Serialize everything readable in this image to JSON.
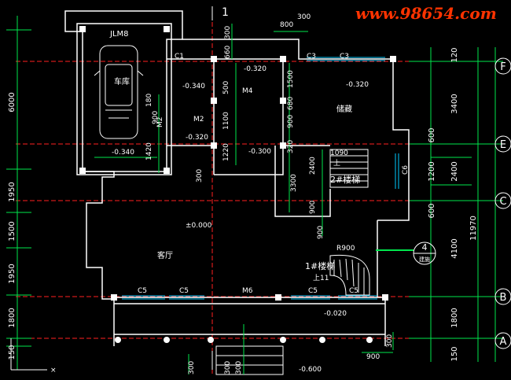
{
  "watermark": "www.98654.com",
  "colors": {
    "wall": "#ffffff",
    "dim": "#00e64d",
    "axis": "#ff2020",
    "text": "#ffffff",
    "watermark": "#ff3300",
    "door": "#00ccff",
    "stair": "#ffffff",
    "bubble": "#ffffff"
  },
  "left_dims": [
    "6000",
    "1950",
    "1500",
    "1950",
    "1800",
    "150"
  ],
  "right_dims": [
    "120",
    "3400",
    "600",
    "1200",
    "2400",
    "600",
    "4100",
    "11970",
    "1800",
    "150"
  ],
  "axis_labels": [
    "F",
    "E",
    "C",
    "B",
    "A"
  ],
  "rooms": {
    "garage": "车库",
    "garage_door": "JLM8",
    "living": "客厅",
    "storage": "储藏",
    "section": "1",
    "stair1": "1#楼梯",
    "stair2": "2#楼梯",
    "up1": "上11",
    "up2": "上",
    "r": "R900"
  },
  "levels": {
    "garage": "-0.340",
    "l1": "-0.320",
    "l2": "-0.340",
    "l3": "-0.320",
    "l4": "-0.320",
    "l5": "-0.300",
    "living": "±0.000",
    "porch": "-0.020",
    "ground": "-0.600"
  },
  "openings": {
    "c1": "C1",
    "c3a": "C3",
    "c3b": "C3",
    "m4": "M4",
    "m2": "M2",
    "m2v": "M2",
    "c6": "C6",
    "c5a": "C5",
    "c5b": "C5",
    "m6": "M6",
    "c5c": "C5",
    "c5d": "C5"
  },
  "bubble": {
    "num": "4",
    "sub": "建施"
  },
  "small_dims": {
    "d300a": "300",
    "d800": "800",
    "d300b": "300",
    "d300c": "300",
    "d660": "660",
    "d1500a": "1500",
    "d680": "680",
    "d900a": "900",
    "d320": "320",
    "d1090": "1090",
    "d500": "500",
    "d1100": "1100",
    "d1220": "1220",
    "d900b": "900",
    "d180": "180",
    "d1420": "1420",
    "d300d": "300",
    "d2400": "2400",
    "d3300": "3300",
    "d900c": "900",
    "d900d": "900",
    "d300e": "300",
    "d300f": "300",
    "d300g": "300",
    "d900e": "900",
    "d300h": "300"
  }
}
